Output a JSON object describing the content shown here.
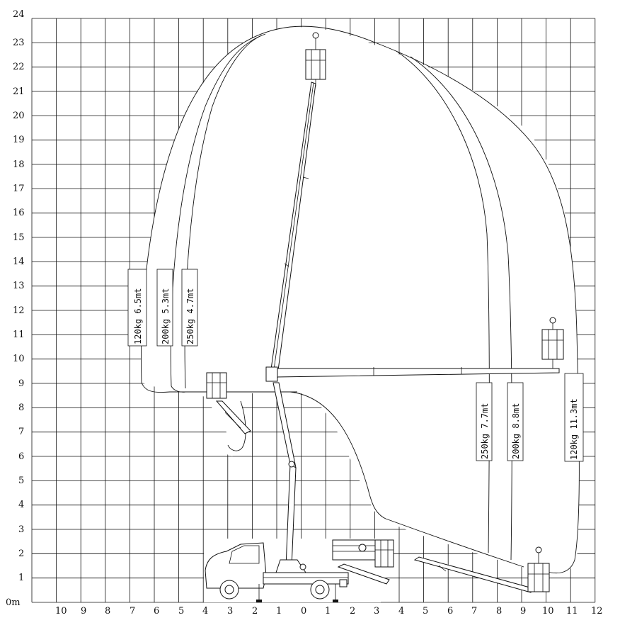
{
  "diagram": {
    "y_axis_labels": [
      "0m",
      "1",
      "2",
      "3",
      "4",
      "5",
      "6",
      "7",
      "8",
      "9",
      "10",
      "11",
      "12",
      "13",
      "14",
      "15",
      "16",
      "17",
      "18",
      "19",
      "20",
      "21",
      "22",
      "23",
      "24"
    ],
    "x_axis_labels": [
      "10",
      "9",
      "8",
      "7",
      "6",
      "5",
      "4",
      "3",
      "2",
      "1",
      "0",
      "1",
      "2",
      "3",
      "4",
      "5",
      "6",
      "7",
      "8",
      "9",
      "10",
      "11",
      "12"
    ],
    "capacity_labels": {
      "left_1": "120kg  6.5mt",
      "left_2": "200kg  5.3mt",
      "left_3": "250kg  4.7mt",
      "right_1": "250kg  7.7mt",
      "right_2": "200kg  8.8mt",
      "right_3": "120kg  11.3mt"
    }
  }
}
